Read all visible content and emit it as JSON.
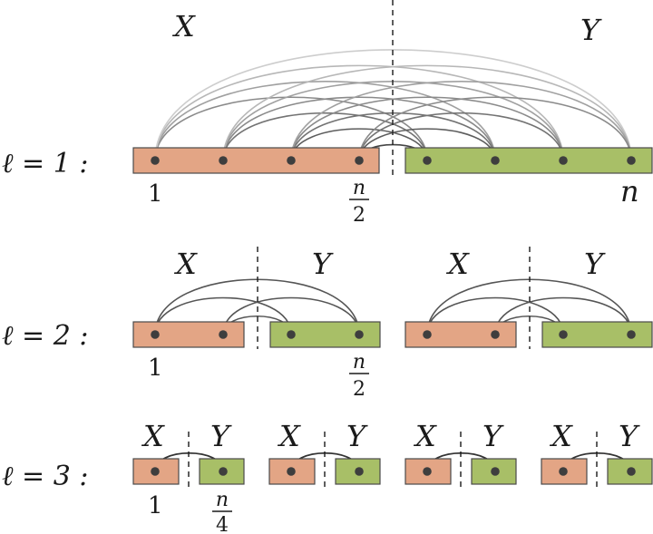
{
  "colors": {
    "x_fill": "#e3a585",
    "y_fill": "#a8bf67",
    "block_stroke": "#4a4a4a",
    "dot": "#3e3e3e",
    "divider": "#1a1a1a"
  },
  "set_labels": {
    "x": "X",
    "y": "Y"
  },
  "level1": {
    "label": "ℓ = 1 :",
    "index_start": "1",
    "index_mid_num": "n",
    "index_mid_den": "2",
    "index_end": "n"
  },
  "level2": {
    "label": "ℓ = 2 :",
    "index_start": "1",
    "index_mid_num": "n",
    "index_mid_den": "2"
  },
  "level3": {
    "label": "ℓ = 3 :",
    "index_start": "1",
    "index_mid_num": "n",
    "index_mid_den": "4"
  }
}
